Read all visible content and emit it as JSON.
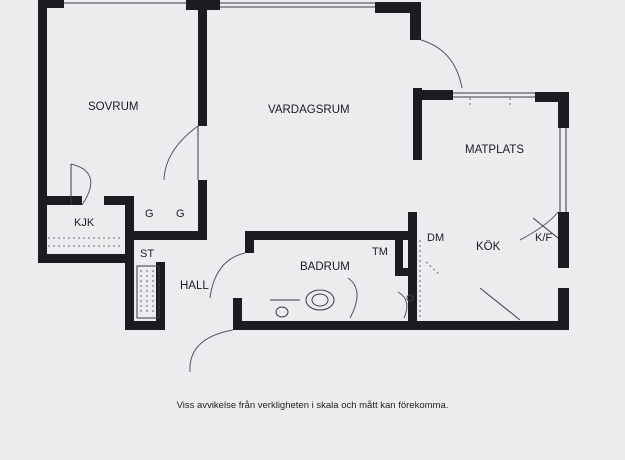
{
  "rooms": {
    "sovrum": "SOVRUM",
    "vardagsrum": "VARDAGSRUM",
    "matplats": "MATPLATS",
    "kjk": "KJK",
    "g1": "G",
    "g2": "G",
    "st": "ST",
    "hall": "HALL",
    "badrum": "BADRUM",
    "tm": "TM",
    "dm": "DM",
    "kok": "KÖK",
    "kf": "K/F"
  },
  "caption": "Viss avvikelse från verkligheten i skala och mått kan förekomma.",
  "colors": {
    "paper": "#ececef",
    "wall": "#1b1c1f"
  }
}
